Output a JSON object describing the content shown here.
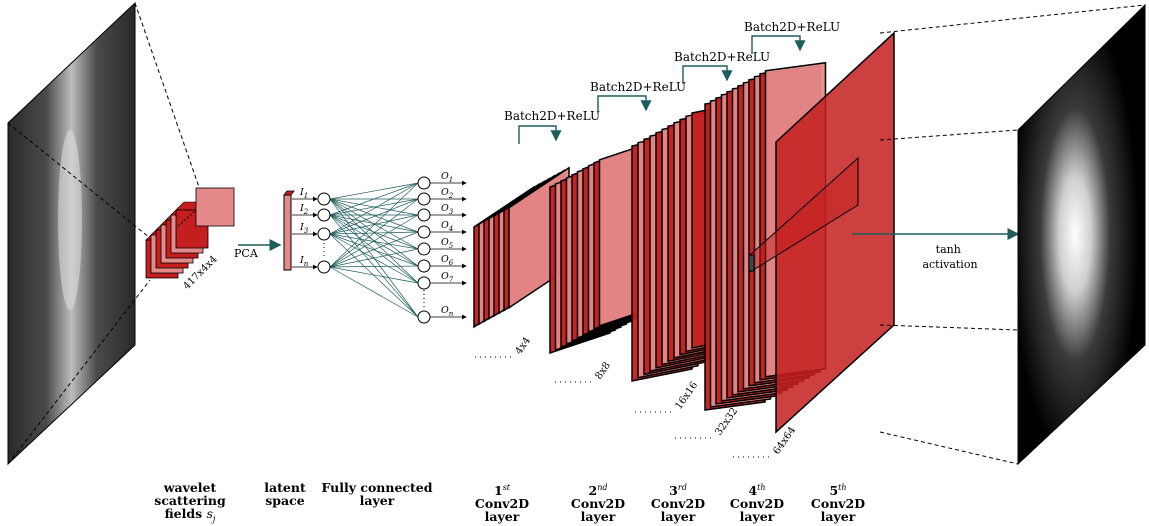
{
  "pca_label": "PCA",
  "input_dims_label": "417x4x4",
  "latent_inputs": [
    "I1",
    "I2",
    "I3",
    "In"
  ],
  "fc_outputs": [
    "O1",
    "O2",
    "O3",
    "O4",
    "O5",
    "O6",
    "O7",
    "On"
  ],
  "block_labels": [
    "Batch2D+ReLU",
    "Batch2D+ReLU",
    "Batch2D+ReLU",
    "Batch2D+ReLU"
  ],
  "size_labels": [
    "4x4",
    "8x8",
    "16x16",
    "32x32",
    "64x64"
  ],
  "activation_label": "tanh activation",
  "captions": {
    "wavelet": [
      "wavelet",
      "scattering",
      "fields s_j"
    ],
    "latent": [
      "latent",
      "space"
    ],
    "fc": [
      "Fully connected",
      "layer"
    ],
    "conv1": [
      "1st",
      "Conv2D",
      "layer"
    ],
    "conv2": [
      "2nd",
      "Conv2D",
      "layer"
    ],
    "conv3": [
      "3rd",
      "Conv2D",
      "layer"
    ],
    "conv4": [
      "4th",
      "Conv2D",
      "layer"
    ],
    "conv5": [
      "5th",
      "Conv2D",
      "layer"
    ]
  },
  "colors": {
    "red": "#c41e1e",
    "red_light": "#e58a8a",
    "teal": "#1f5c5c"
  }
}
